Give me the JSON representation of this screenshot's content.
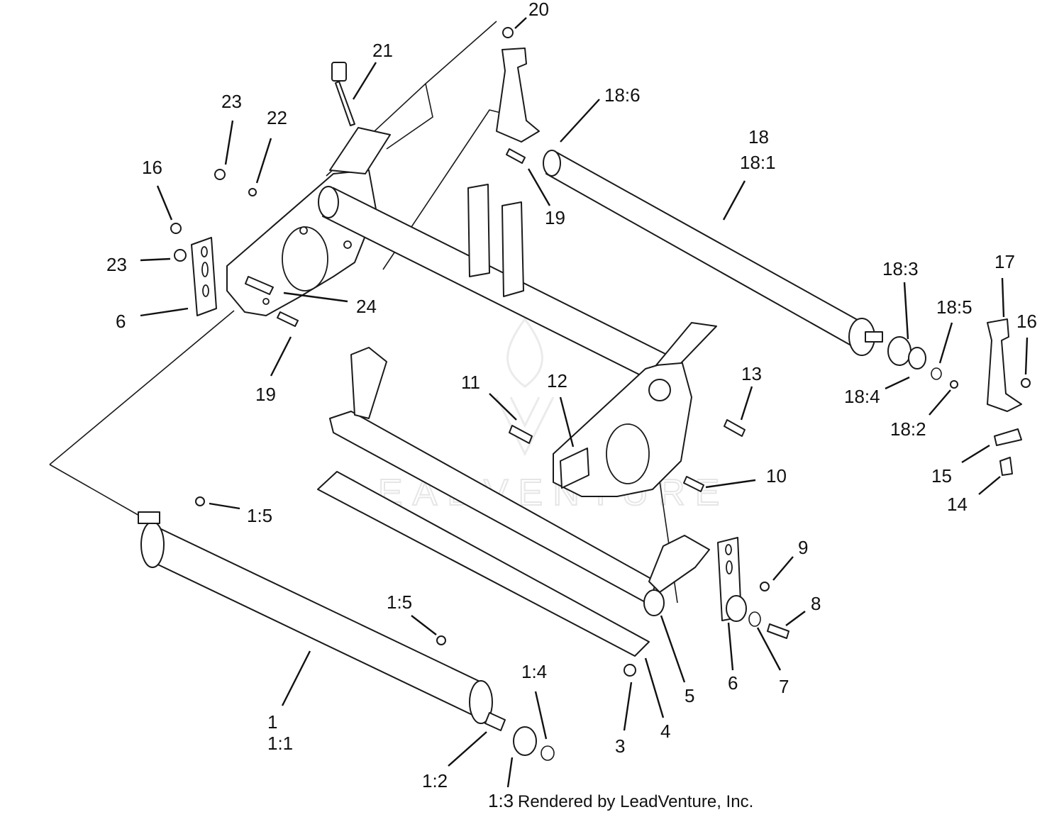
{
  "diagram": {
    "watermark": "LEADVENTURE",
    "credit": "Rendered by LeadVenture, Inc.",
    "callouts": [
      "20",
      "21",
      "18:6",
      "18",
      "18:1",
      "23",
      "22",
      "16",
      "19",
      "23",
      "24",
      "6",
      "19",
      "18:3",
      "18:5",
      "17",
      "16",
      "18:4",
      "18:2",
      "15",
      "14",
      "11",
      "12",
      "13",
      "10",
      "1:5",
      "9",
      "1:5",
      "8",
      "1:4",
      "3",
      "4",
      "5",
      "6",
      "7",
      "1",
      "1:1",
      "1:2",
      "1:3"
    ]
  }
}
